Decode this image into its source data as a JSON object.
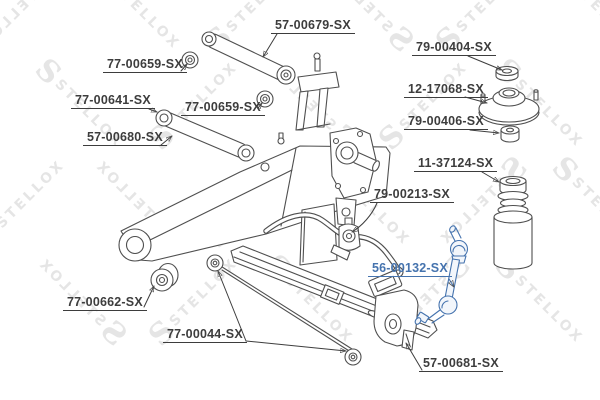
{
  "watermark": {
    "text": "STELLOX",
    "logo_glyph": "S",
    "color": "#e5e5e5"
  },
  "colors": {
    "background": "#ffffff",
    "line_art": "#4f4f4f",
    "label_text": "#3d3d3d",
    "highlight_blue": "#4573ae"
  },
  "diagram": {
    "kind": "rear-suspension-exploded-parts-diagram"
  },
  "parts": [
    {
      "label": "57-00679-SX",
      "highlighted": false
    },
    {
      "label": "77-00659-SX",
      "highlighted": false
    },
    {
      "label": "79-00404-SX",
      "highlighted": false
    },
    {
      "label": "77-00641-SX",
      "highlighted": false
    },
    {
      "label": "77-00659-SX",
      "highlighted": false
    },
    {
      "label": "12-17068-SX",
      "highlighted": false
    },
    {
      "label": "57-00680-SX",
      "highlighted": false
    },
    {
      "label": "79-00406-SX",
      "highlighted": false
    },
    {
      "label": "11-37124-SX",
      "highlighted": false
    },
    {
      "label": "79-00213-SX",
      "highlighted": false
    },
    {
      "label": "56-00132-SX",
      "highlighted": true
    },
    {
      "label": "77-00662-SX",
      "highlighted": false
    },
    {
      "label": "77-00044-SX",
      "highlighted": false
    },
    {
      "label": "57-00681-SX",
      "highlighted": false
    }
  ]
}
